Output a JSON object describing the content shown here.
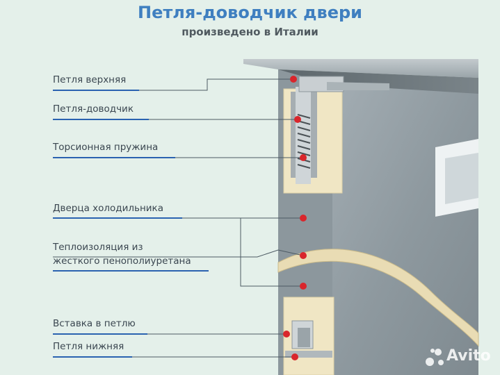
{
  "header": {
    "title": "Петля-доводчик двери",
    "subtitle": "произведено в Италии"
  },
  "labels": [
    {
      "id": "top-hinge",
      "text": "Петля верхняя"
    },
    {
      "id": "closer-hinge",
      "text": "Петля-доводчик"
    },
    {
      "id": "torsion-spring",
      "text": "Торсионная пружина"
    },
    {
      "id": "fridge-door",
      "text": "Дверца холодильника"
    },
    {
      "id": "insulation-line1",
      "text": "Теплоизоляция из"
    },
    {
      "id": "insulation-line2",
      "text": "жесткого пенополиуретана"
    },
    {
      "id": "hinge-insert",
      "text": "Вставка в петлю"
    },
    {
      "id": "bottom-hinge",
      "text": "Петля нижняя"
    }
  ],
  "watermark": {
    "text": "Avito"
  },
  "colors": {
    "title": "#3f7fc0",
    "underline": "#2a62b0",
    "marker": "#d9262c",
    "background": "#e4f0ea"
  }
}
